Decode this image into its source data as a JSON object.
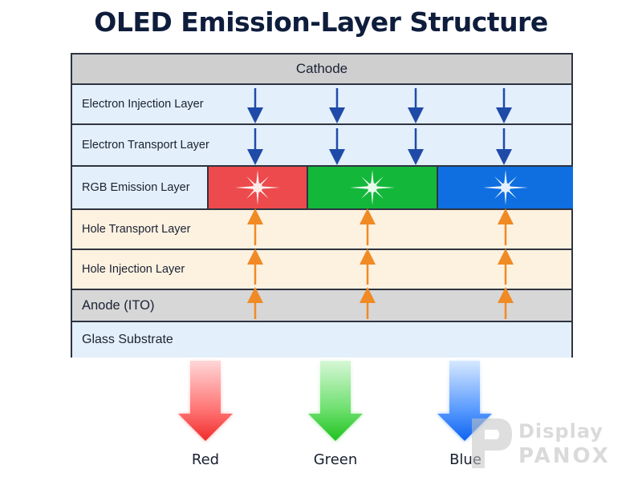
{
  "title": "OLED Emission-Layer Structure",
  "layers": {
    "cathode": "Cathode",
    "electron_injection": "Electron Injection Layer",
    "electron_transport": "Electron Transport Layer",
    "rgb_emission": "RGB Emission Layer",
    "hole_transport": "Hole Transport Layer",
    "hole_injection": "Hole Injection Layer",
    "anode": "Anode (ITO)",
    "glass": "Glass Substrate"
  },
  "outputs": [
    "Red",
    "Green",
    "Blue"
  ],
  "colors": {
    "red_emitter": "#ec4a4c",
    "green_emitter": "#13b83b",
    "blue_emitter": "#0f6fe0",
    "electron_arrow": "#1f4aa8",
    "hole_arrow": "#f08a24",
    "title": "#0f1d3d"
  },
  "watermark": {
    "top": "Display",
    "bottom": "PANOX"
  }
}
